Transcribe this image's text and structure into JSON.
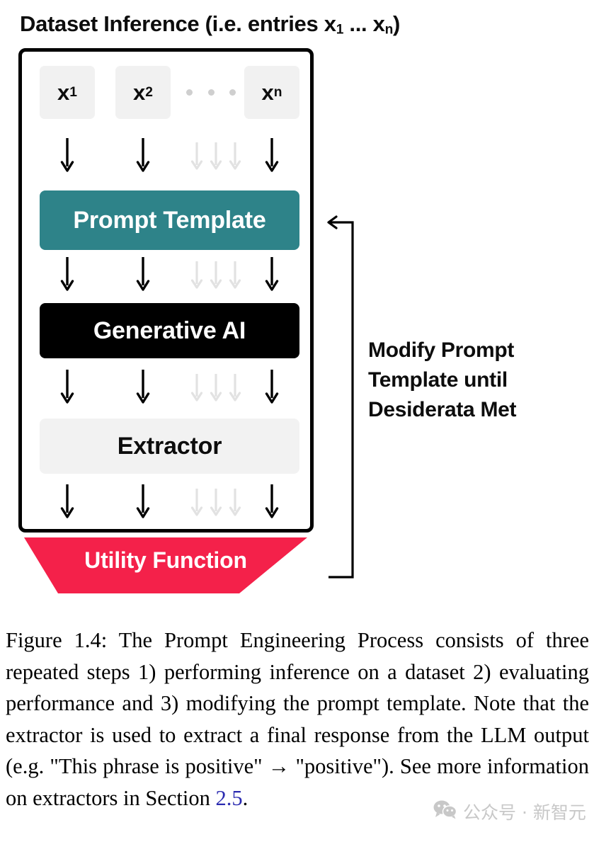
{
  "figure": {
    "title_prefix": "Dataset Inference (i.e. entries x",
    "title_sub1": "1",
    "title_mid": " ... x",
    "title_sub2": "n",
    "title_suffix": ")"
  },
  "diagram": {
    "entries": [
      {
        "base": "x",
        "sub": "1"
      },
      {
        "base": "x",
        "sub": "2"
      },
      {
        "base": "x",
        "sub": "n"
      }
    ],
    "ellipsis_dots": 3,
    "arrow_rows": 4,
    "arrows_per_row": {
      "solid": 3,
      "faint": 3
    },
    "stages": [
      {
        "id": "prompt-template",
        "label": "Prompt Template",
        "bg": "#2e8389",
        "fg": "#ffffff"
      },
      {
        "id": "generative-ai",
        "label": "Generative AI",
        "bg": "#000000",
        "fg": "#ffffff"
      },
      {
        "id": "extractor",
        "label": "Extractor",
        "bg": "#f2f2f2",
        "fg": "#0d0d0d"
      }
    ],
    "utility_function": {
      "label": "Utility Function",
      "bg": "#f4214a",
      "fg": "#ffffff"
    },
    "loop_label": "Modify Prompt Template until Desiderata Met",
    "colors": {
      "chip_bg": "#f1f1f1",
      "border": "#000000",
      "teal": "#2e8389",
      "red": "#f4214a",
      "faint_arrow": "#e2e2e2",
      "dot": "#cfcfcf"
    }
  },
  "caption": {
    "text_before_link": "Figure 1.4: The Prompt Engineering Process consists of three repeated steps 1) performing inference on a dataset 2) evaluating performance and 3) modifying the prompt template.  Note that the extractor is used to extract a final response from the LLM output (e.g. \"This phrase is positive\" → \"positive\").  See more information on extractors in Section ",
    "link_text": "2.5",
    "text_after_link": "."
  },
  "watermark": {
    "icon": "wechat-icon",
    "text": "公众号 · 新智元",
    "color": "#c8c8c8"
  }
}
